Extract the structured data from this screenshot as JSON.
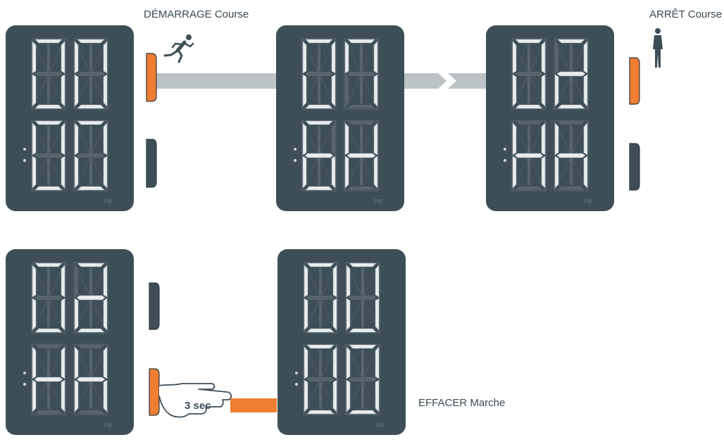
{
  "labels": {
    "start": "DÉMARRAGE Course",
    "stop": "ARRÊT Course",
    "reset": "EFFACER Marche",
    "hold": "3 sec",
    "pm": "PM"
  },
  "colors": {
    "device": "#3e4e57",
    "segment_on": "#e9edf0",
    "segment_off": "#56656d",
    "accent": "#ef7d32",
    "arrow": "#bcc3c6"
  },
  "icons": [
    "runner-icon",
    "standing-person-icon",
    "pointing-hand-icon"
  ]
}
